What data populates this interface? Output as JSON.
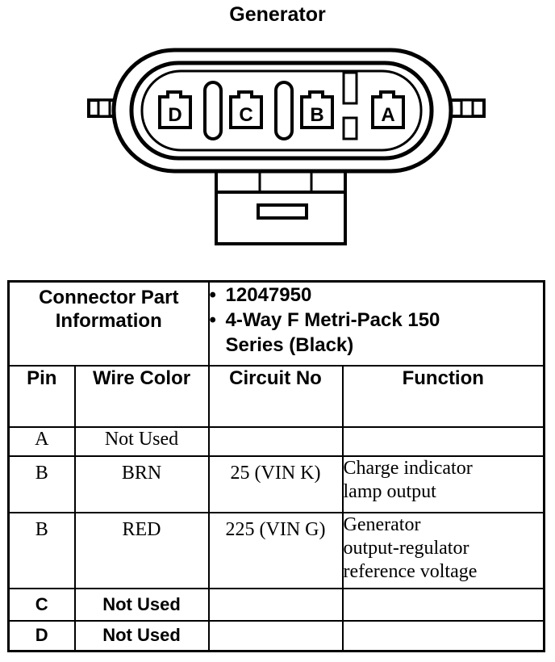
{
  "title": "Generator",
  "connector": {
    "pins": [
      "D",
      "C",
      "B",
      "A"
    ]
  },
  "part_info": {
    "label": "Connector Part Information",
    "items": [
      "12047950",
      "4-Way F Metri-Pack 150",
      "Series (Black)"
    ]
  },
  "table": {
    "headers": [
      "Pin",
      "Wire Color",
      "Circuit No",
      "Function"
    ],
    "rows": [
      {
        "pin": "A",
        "wire_color": "Not Used",
        "circuit": "",
        "function_lines": []
      },
      {
        "pin": "B",
        "wire_color": "BRN",
        "circuit": "25 (VIN K)",
        "function_lines": [
          "Charge indicator",
          "lamp output"
        ]
      },
      {
        "pin": "B",
        "wire_color": "RED",
        "circuit": "225 (VIN G)",
        "function_lines": [
          "Generator",
          "output-regulator",
          "reference voltage"
        ]
      },
      {
        "pin": "C",
        "wire_color": "Not Used",
        "circuit": "",
        "function_lines": []
      },
      {
        "pin": "D",
        "wire_color": "Not Used",
        "circuit": "",
        "function_lines": []
      }
    ]
  }
}
